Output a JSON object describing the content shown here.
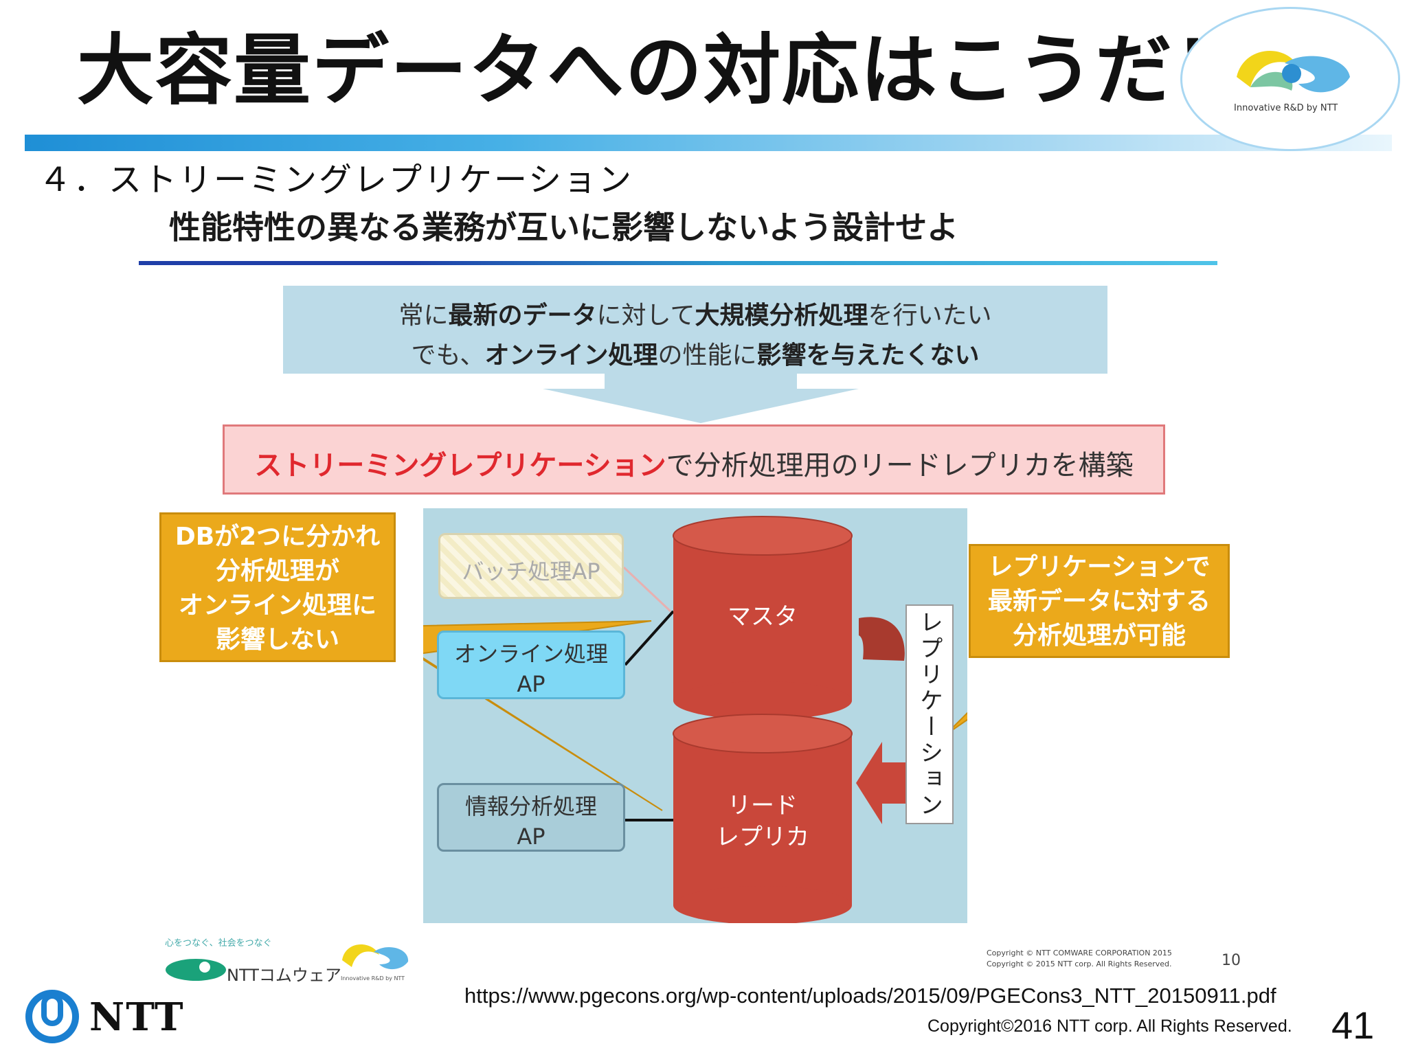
{
  "header": {
    "title": "大容量データへの対応はこうだ！",
    "subtitle": "４．ストリーミングレプリケーション",
    "logo_caption": "Innovative R&D by NTT"
  },
  "slide": {
    "heading": "性能特性の異なる業務が互いに影響しないよう設計せよ",
    "requirement": {
      "line1_a": "常に",
      "line1_b": "最新のデータ",
      "line1_c": "に対して",
      "line1_d": "大規模分析処理",
      "line1_e": "を行いたい",
      "line2_a": "でも、",
      "line2_b": "オンライン処理",
      "line2_c": "の性能に",
      "line2_d": "影響を与えたくない"
    },
    "solution": {
      "highlight": "ストリーミングレプリケーション",
      "rest": "で分析処理用のリードレプリカを構築"
    },
    "callout_left": [
      "DBが2つに分かれ",
      "分析処理が",
      "オンライン処理に",
      "影響しない"
    ],
    "callout_right": [
      "レプリケーションで",
      "最新データに対する",
      "分析処理が可能"
    ],
    "batch_ap": "バッチ処理AP",
    "online_ap": [
      "オンライン処理",
      "AP"
    ],
    "info_ap": [
      "情報分析処理",
      "AP"
    ],
    "master_db": "マスタ",
    "replica_db": [
      "リード",
      "レプリカ"
    ],
    "replication_label": "レプリケーション",
    "inner_footer": {
      "copyright1": "Copyright © NTT COMWARE CORPORATION 2015",
      "copyright2": "Copyright © 2015 NTT corp. All Rights Reserved.",
      "page": "10",
      "comware_tagline": "心をつなぐ、社会をつなぐ",
      "comware_name": "NTTコムウェア",
      "rd_caption": "Innovative R&D by NTT"
    }
  },
  "footer": {
    "url": "https://www.pgecons.org/wp-content/uploads/2015/09/PGECons3_NTT_20150911.pdf",
    "copyright": "Copyright©2016  NTT corp. All Rights Reserved.",
    "page_number": "41",
    "ntt_logo_text": "NTT"
  },
  "colors": {
    "title_bar": "#1f8fd6",
    "db_red": "#c9473a",
    "callout_orange": "#eba91b",
    "solution_red": "#e0282e",
    "panel_blue": "#b5d8e3"
  }
}
